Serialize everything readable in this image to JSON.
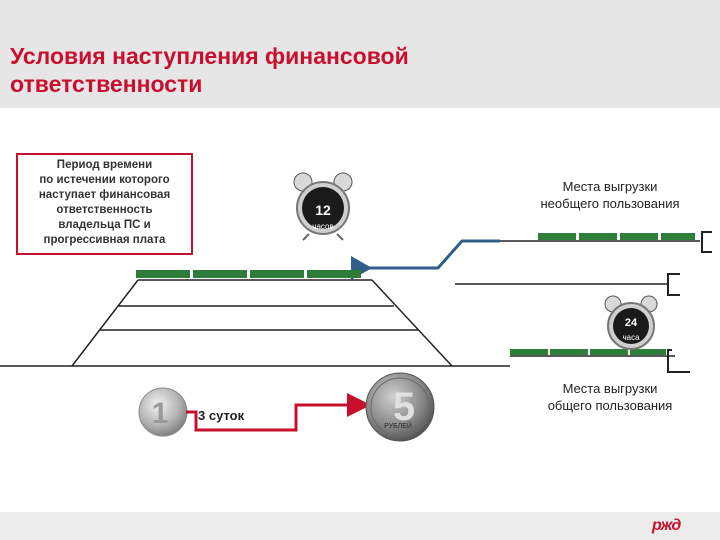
{
  "title": "Условия наступления финансовой\nответственности",
  "period_box": {
    "text": "Период времени\nпо истечении которого\nнаступает финансовая\nответственность\nвладельца ПС и\nпрогрессивная плата"
  },
  "clock_12": {
    "value": "12",
    "unit": "часов"
  },
  "clock_24": {
    "value": "24",
    "unit": "часа"
  },
  "upper_places": {
    "label": "Места выгрузки\nнеобщего пользования"
  },
  "lower_places": {
    "label": "Места выгрузки\nобщего пользования"
  },
  "coin_one": {
    "value": "1"
  },
  "coin_five": {
    "value": "5",
    "unit": "РУБЛЕЙ"
  },
  "days_label": "3 суток",
  "colors": {
    "accent": "#c8102e",
    "wagon": "#2e7d3a",
    "blue_arrow": "#2f5f8a",
    "track": "#222222"
  },
  "icons": [
    "alarm-clock-icon",
    "coin-icon",
    "freight-wagon-icon",
    "rzd-logo"
  ]
}
